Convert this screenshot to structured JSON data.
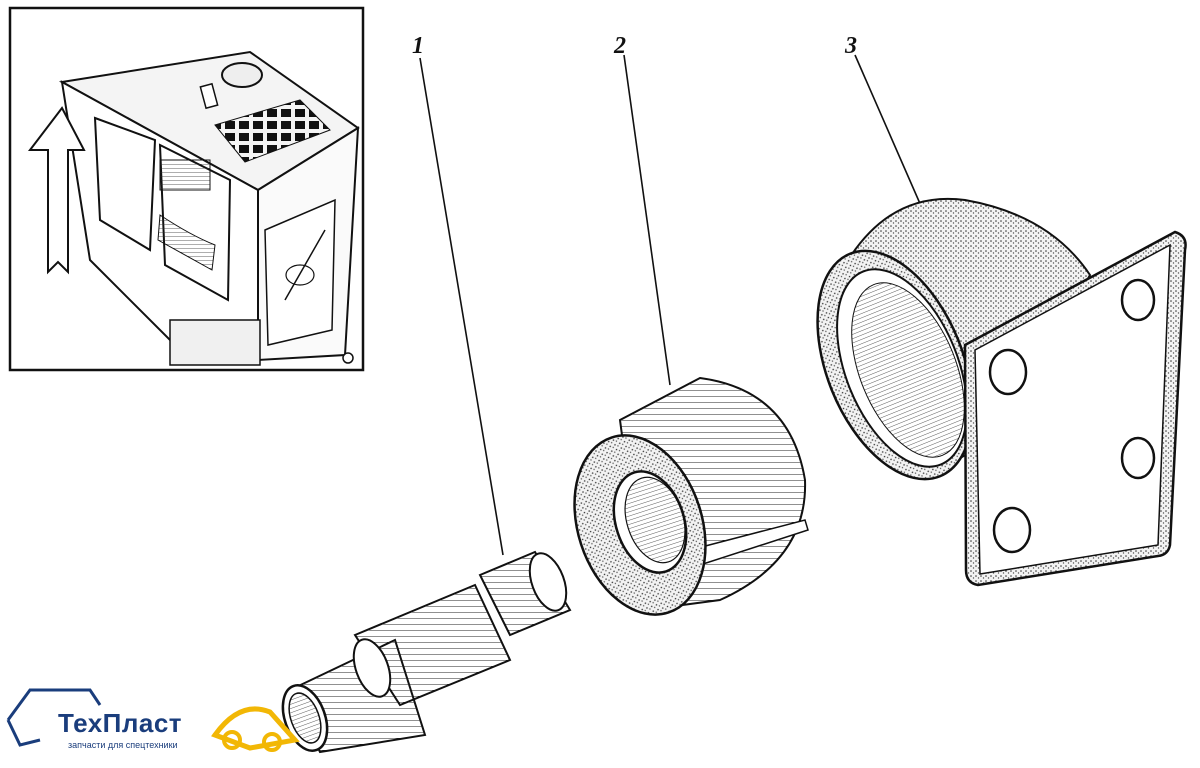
{
  "callouts": {
    "part1": "1",
    "part2": "2",
    "part3": "3"
  },
  "logo": {
    "brand": "ТехПласт",
    "tagline": "запчасти для спецтехники",
    "brand_color": "#1a3d7c",
    "accent_color": "#f2b705"
  },
  "icons": {
    "inset_arrow": "up-arrow-icon",
    "logo_mark": "excavator-loader-icon"
  }
}
